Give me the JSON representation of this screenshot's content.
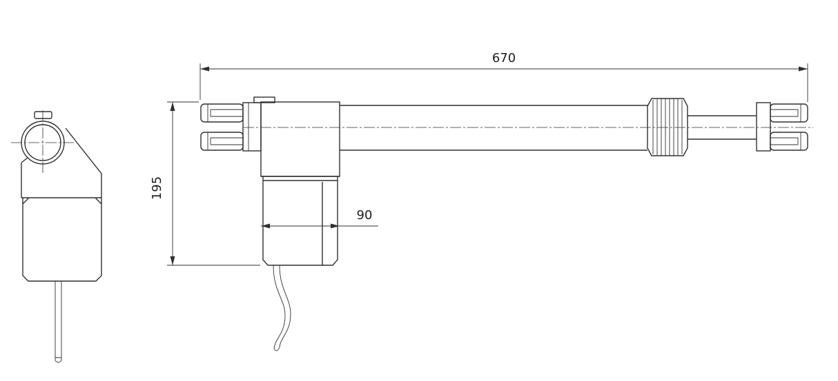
{
  "drawing": {
    "background_color": "#ffffff",
    "line_color": "#2f2f2f",
    "dimensions": {
      "overall_length": "670",
      "overall_height": "195",
      "motor_width": "90"
    }
  }
}
